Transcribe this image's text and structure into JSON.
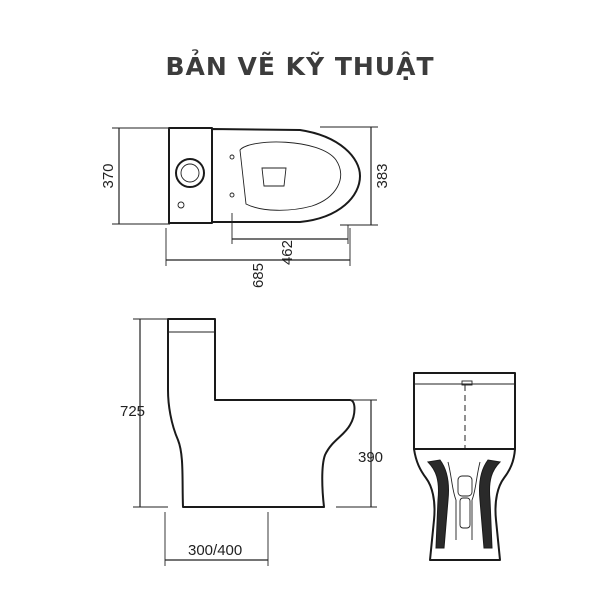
{
  "title": "BẢN VẼ KỸ THUẬT",
  "dimensions": {
    "top_width_left": "370",
    "top_width_right": "383",
    "seat_depth": "462",
    "total_length": "685",
    "total_height": "725",
    "seat_height": "390",
    "rough_in": "300/400"
  }
}
